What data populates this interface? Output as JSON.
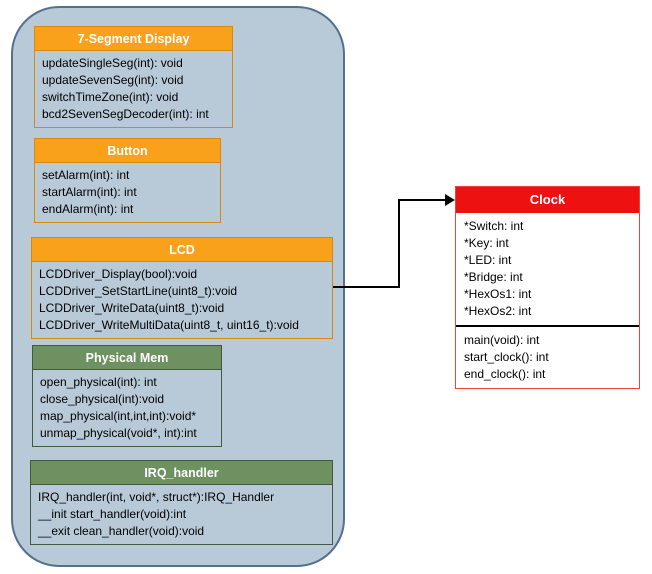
{
  "diagram": {
    "container_classes": [
      {
        "title": "7-Segment Display",
        "theme": "orange",
        "members": [
          "updateSingleSeg(int): void",
          "updateSevenSeg(int): void",
          "switchTimeZone(int): void",
          "bcd2SevenSegDecoder(int): int"
        ]
      },
      {
        "title": "Button",
        "theme": "orange",
        "members": [
          "setAlarm(int): int",
          "startAlarm(int): int",
          "endAlarm(int): int"
        ]
      },
      {
        "title": "LCD",
        "theme": "orange",
        "members": [
          "LCDDriver_Display(bool):void",
          "LCDDriver_SetStartLine(uint8_t):void",
          "LCDDriver_WriteData(uint8_t):void",
          "LCDDriver_WriteMultiData(uint8_t, uint16_t):void"
        ]
      },
      {
        "title": "Physical Mem",
        "theme": "green",
        "members": [
          "open_physical(int): int",
          "close_physical(int):void",
          "map_physical(int,int,int):void*",
          "unmap_physical(void*, int):int"
        ]
      },
      {
        "title": "IRQ_handler",
        "theme": "green",
        "members": [
          "IRQ_handler(int, void*, struct*):IRQ_Handler",
          "__init start_handler(void):int",
          "__exit clean_handler(void):void"
        ]
      }
    ],
    "clock_class": {
      "title": "Clock",
      "attributes": [
        "*Switch: int",
        "*Key: int",
        "*LED: int",
        "*Bridge: int",
        "*HexOs1: int",
        "*HexOs2: int"
      ],
      "methods": [
        "main(void): int",
        "start_clock(): int",
        "end_clock(): int"
      ]
    },
    "colors": {
      "orange_header": "#f9a11b",
      "green_header": "#6e9162",
      "red_header": "#ee1111",
      "container_fill": "#b8c9d8",
      "container_border": "#53718d",
      "connector": "#000000"
    }
  }
}
